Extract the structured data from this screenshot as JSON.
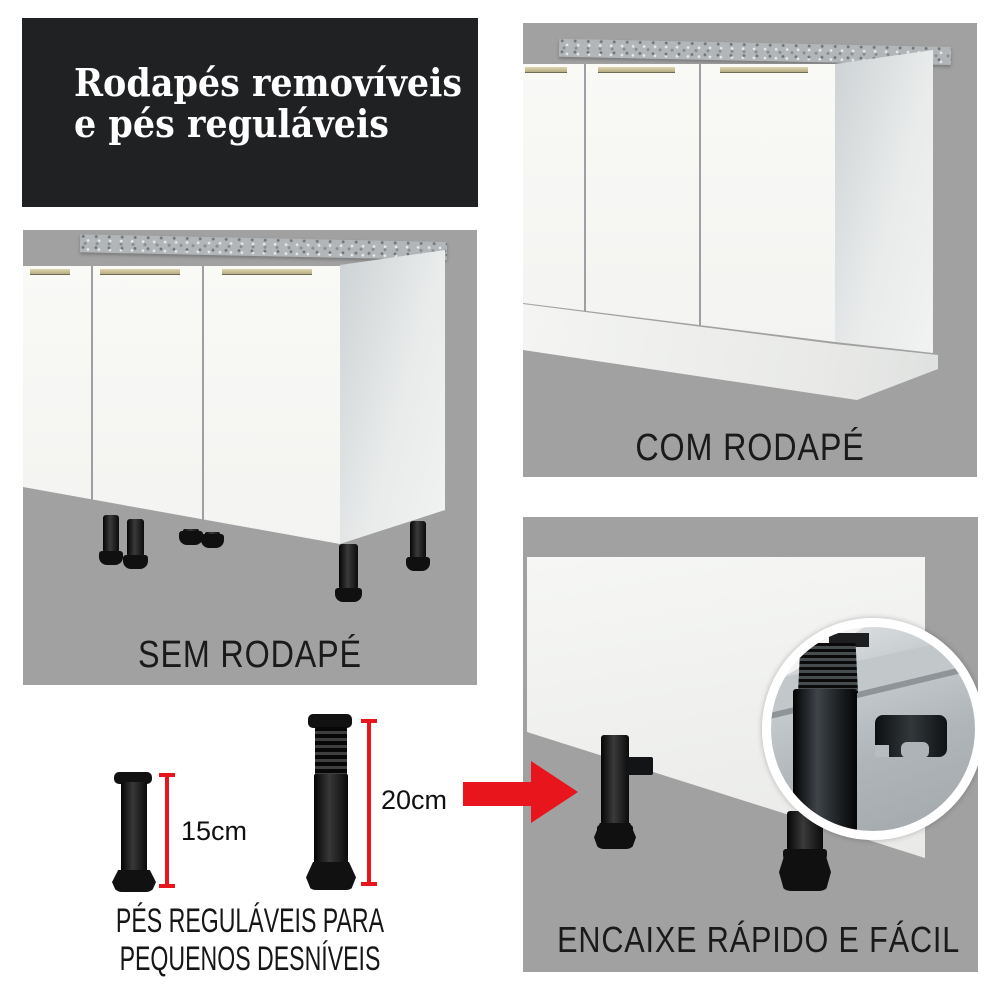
{
  "title": {
    "line1": "Rodapés removíveis",
    "line2": "e pés reguláveis"
  },
  "panels": {
    "com_rodape": {
      "caption": "COM RODAPÉ"
    },
    "sem_rodape": {
      "caption": "SEM RODAPÉ"
    },
    "encaixe": {
      "caption": "ENCAIXE RÁPIDO E FÁCIL"
    }
  },
  "feet": {
    "short_foot_label": "15cm",
    "tall_foot_label": "20cm",
    "caption_line1": "PÉS REGULÁVEIS PARA",
    "caption_line2": "PEQUENOS DESNÍVEIS"
  },
  "icons": {
    "arrow": "red-right-arrow",
    "short_foot": "adjustable-foot-15cm",
    "tall_foot": "adjustable-foot-20cm",
    "measure_short": "measure-bracket-15cm",
    "measure_tall": "measure-bracket-20cm",
    "zoom_inset": "magnifier-circle-inset"
  },
  "colors": {
    "panel_gray": "#a1a1a1",
    "title_box": "#1f2123",
    "accent_red": "#e8151d",
    "text_dark": "#1a1a1a",
    "cabinet_white": "#f8f8f5",
    "granite_gray": "#b2b6b8",
    "leg_black": "#141414"
  }
}
